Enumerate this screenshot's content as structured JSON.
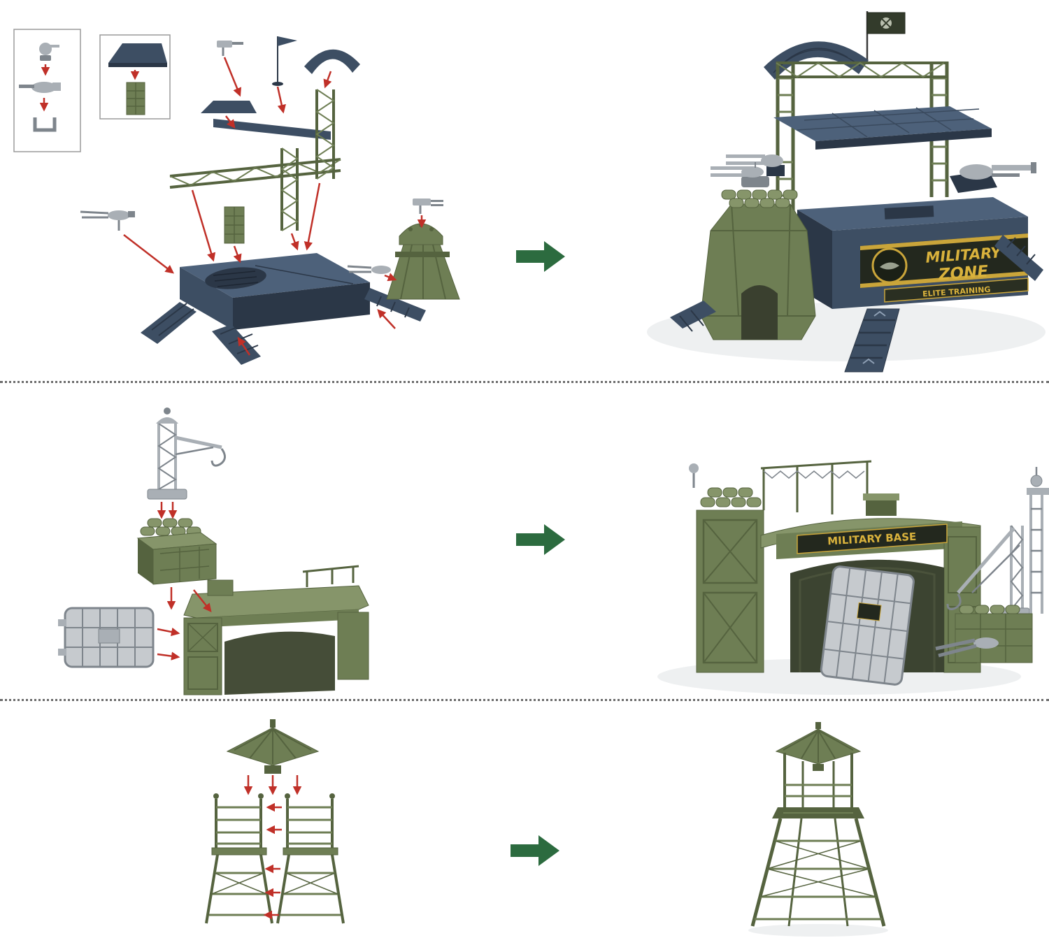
{
  "figure": {
    "background": "#ffffff",
    "separator_color": "#6b6b6b",
    "process_arrow_color": "#2c6b3f",
    "assembly_arrow_color": "#c03028"
  },
  "colors": {
    "navy": "#3d4e63",
    "navy_dark": "#2b3747",
    "navy_light": "#4d617a",
    "olive": "#6e7e54",
    "olive_dark": "#55633f",
    "olive_light": "#86956a",
    "grey": "#a9afb5",
    "grey_dark": "#7e858c",
    "grey_light": "#c6cace",
    "banner_background": "#23281e",
    "banner_gold": "#d9b23c"
  },
  "rows": [
    {
      "id": "military-zone-playset",
      "assembled_labels": {
        "banner_line1": "MILITARY",
        "banner_line2": "ZONE",
        "sub_banner": "ELITE TRAINING"
      }
    },
    {
      "id": "military-base-gate",
      "assembled_labels": {
        "banner": "MILITARY BASE"
      }
    },
    {
      "id": "watchtower",
      "assembled_labels": {}
    }
  ]
}
